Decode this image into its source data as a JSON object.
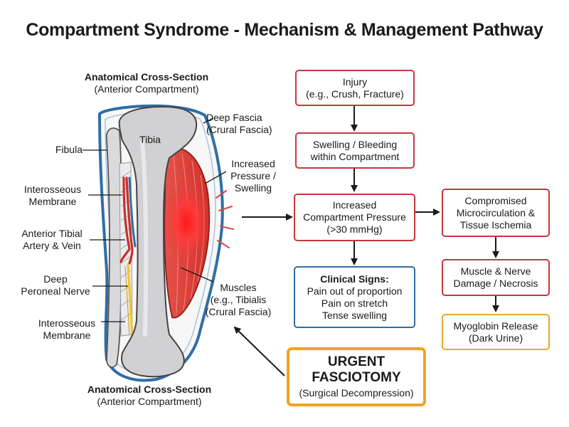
{
  "title": "Compartment Syndrome - Mechanism & Management Pathway",
  "anatomy": {
    "header_title": "Anatomical Cross-Section",
    "header_sub": "(Anterior Compartment)",
    "footer_title": "Anatomical Cross-Section",
    "footer_sub": "(Anterior Compartment)",
    "tibia": "Tibia",
    "labels": {
      "fibula": "Fibula",
      "interosseous_top": [
        "Interosseous",
        "Membrane"
      ],
      "anterior_tibial": [
        "Anterior Tibial",
        "Artery & Vein"
      ],
      "deep_peroneal": [
        "Deep",
        "Peroneal Nerve"
      ],
      "interosseous_bottom": [
        "Interosseous",
        "Membrane"
      ],
      "deep_fascia": [
        "Deep Fascia",
        "(Crural Fascia)"
      ],
      "pressure": [
        "Increased",
        "Pressure /",
        "Swelling"
      ],
      "muscles": [
        "Muscles",
        "(e.g., Tibialis",
        "(Crural Fascia)"
      ]
    }
  },
  "flow": {
    "injury": [
      "Injury",
      "(e.g., Crush, Fracture)"
    ],
    "swelling": [
      "Swelling / Bleeding",
      "within Compartment"
    ],
    "pressure": [
      "Increased",
      "Compartment Pressure",
      "(>30 mmHg)"
    ],
    "signs": {
      "heading": "Clinical Signs:",
      "items": [
        "Pain out of proportion",
        "Pain on stretch",
        "Tense swelling"
      ]
    },
    "ischemia": [
      "Compromised",
      "Microcirculation &",
      "Tissue Ischemia"
    ],
    "damage": [
      "Muscle & Nerve",
      "Damage / Necrosis"
    ],
    "myoglobin": [
      "Myoglobin Release",
      "(Dark Urine)"
    ],
    "urgent": {
      "line1": "URGENT",
      "line2": "FASCIOTOMY",
      "sub": "(Surgical Decompression)"
    }
  },
  "colors": {
    "red_border": "#c8373d",
    "blue_border": "#2f6ea5",
    "amber_border": "#e6a92d",
    "urgent_border": "#f0a323",
    "muscle": "#dc3a32",
    "fascia": "#2f6ea5",
    "bone": "#cfcfd2"
  }
}
